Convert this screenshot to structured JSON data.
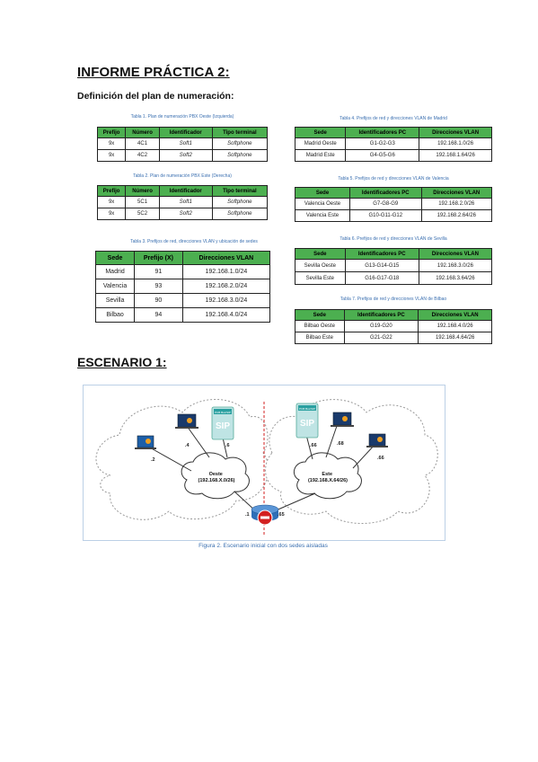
{
  "title": "INFORME PRÁCTICA 2:",
  "subtitle": "Definición del plan de numeración:",
  "scenario_heading": "ESCENARIO 1:",
  "table1": {
    "caption": "Tabla 1. Plan de numeración PBX Oeste (Izquierda)",
    "headers": [
      "Prefijo",
      "Número",
      "Identificador",
      "Tipo terminal"
    ],
    "rows": [
      [
        "9x",
        "4C1",
        "Soft1",
        "Softphone"
      ],
      [
        "9x",
        "4C2",
        "Soft2",
        "Softphone"
      ]
    ]
  },
  "table2": {
    "caption": "Tabla 2. Plan de numeración PBX Este (Derecha)",
    "headers": [
      "Prefijo",
      "Número",
      "Identificador",
      "Tipo terminal"
    ],
    "rows": [
      [
        "9x",
        "5C1",
        "Soft1",
        "Softphone"
      ],
      [
        "9x",
        "5C2",
        "Soft2",
        "Softphone"
      ]
    ]
  },
  "table3": {
    "caption": "Tabla 3. Prefijos de red, direcciones VLAN y ubicación de sedes",
    "headers": [
      "Sede",
      "Prefijo (X)",
      "Direcciones VLAN"
    ],
    "rows": [
      [
        "Madrid",
        "91",
        "192.168.1.0/24"
      ],
      [
        "Valencia",
        "93",
        "192.168.2.0/24"
      ],
      [
        "Sevilla",
        "90",
        "192.168.3.0/24"
      ],
      [
        "Bilbao",
        "94",
        "192.168.4.0/24"
      ]
    ]
  },
  "table4": {
    "caption": "Tabla 4. Prefijos de red y direcciones VLAN de Madrid",
    "headers": [
      "Sede",
      "Identificadores PC",
      "Direcciones VLAN"
    ],
    "rows": [
      [
        "Madrid Oeste",
        "G1-G2-G3",
        "192.168.1.0/26"
      ],
      [
        "Madrid Este",
        "G4-G5-G6",
        "192.168.1.64/26"
      ]
    ]
  },
  "table5": {
    "caption": "Tabla 5. Prefijos de red y direcciones VLAN de Valencia",
    "headers": [
      "Sede",
      "Identificadores PC",
      "Direcciones VLAN"
    ],
    "rows": [
      [
        "Valencia Oeste",
        "G7-G8-G9",
        "192.168.2.0/26"
      ],
      [
        "Valencia Este",
        "G10-G11-G12",
        "192.168.2.64/26"
      ]
    ]
  },
  "table6": {
    "caption": "Tabla 6. Prefijos de red y direcciones VLAN de Sevilla",
    "headers": [
      "Sede",
      "Identificadores PC",
      "Direcciones VLAN"
    ],
    "rows": [
      [
        "Sevilla Oeste",
        "G13-G14-G15",
        "192.168.3.0/26"
      ],
      [
        "Sevilla Este",
        "G16-G17-G18",
        "192.168.3.64/26"
      ]
    ]
  },
  "table7": {
    "caption": "Tabla 7. Prefijos de red y direcciones VLAN de Bilbao",
    "headers": [
      "Sede",
      "Identificadores PC",
      "Direcciones VLAN"
    ],
    "rows": [
      [
        "Bilbao Oeste",
        "G19-G20",
        "192.168.4.0/26"
      ],
      [
        "Bilbao Este",
        "G21-G22",
        "192.168.4.64/26"
      ]
    ]
  },
  "figure": {
    "caption": "Figura 2. Escenario inicial con dos sedes aisladas",
    "west_cloud": "Oeste\n(192.168.X.0/26)",
    "east_cloud": "Este\n(192.168.X.64/26)",
    "labels": {
      "w_pc": ".2",
      "w_pc2": ".4",
      "w_pbx": ".6",
      "w_router": ".1",
      "e_pbx": ".66",
      "e_pc": ".68",
      "e_pc2": ".66",
      "e_router": ".65"
    },
    "pbx_brand": "PCB Box/SIP",
    "pbx_sip": "SIP",
    "colors": {
      "header_green": "#4caf50",
      "caption_blue": "#3a6fb0",
      "router_blue": "#2f6fb8",
      "stop_red": "#d32020"
    }
  }
}
